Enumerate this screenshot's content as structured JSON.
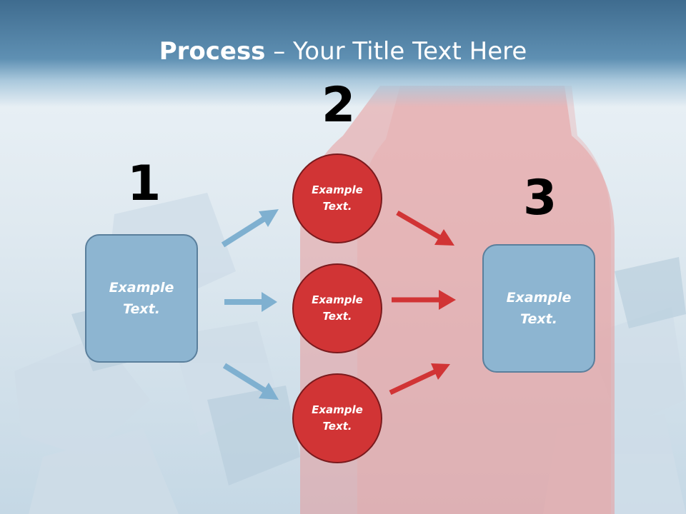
{
  "slide": {
    "title_bold": "Process",
    "title_rest": " – Your Title Text Here"
  },
  "steps": {
    "step1_number": "1",
    "step2_number": "2",
    "step3_number": "3"
  },
  "boxes": {
    "left_text": "Example Text.",
    "right_text": "Example Text."
  },
  "circles": [
    {
      "text": "Example Text."
    },
    {
      "text": "Example Text."
    },
    {
      "text": "Example Text."
    }
  ],
  "colors": {
    "box_fill": "#8db5d1",
    "circle_fill": "#d13435",
    "blue_arrow": "#7fb0d0",
    "red_arrow": "#d13435"
  }
}
